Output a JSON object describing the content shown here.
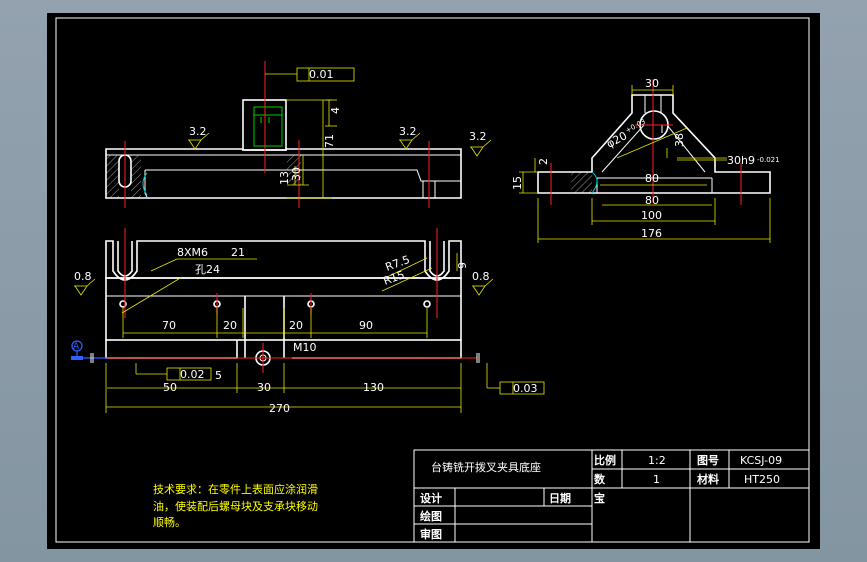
{
  "front_view": {
    "dims": {
      "flatness": "0.01",
      "d4": "4",
      "d71": "71",
      "d30": "30",
      "d13": "13"
    },
    "roughness": [
      "3.2",
      "3.2",
      "3.2"
    ]
  },
  "top_view": {
    "dims": {
      "holes_a": "8XM6",
      "holes_b": "21",
      "hole_c": "孔24",
      "r75": "R7.5",
      "r15": "R15",
      "d9": "9",
      "r08a": "0.8",
      "r08b": "0.8",
      "d70": "70",
      "d20a": "20",
      "d20b": "20",
      "d90": "90",
      "m10": "M10",
      "datum": "A",
      "sym": "0.02",
      "d5": "5",
      "d50": "50",
      "d30": "30",
      "d130": "130",
      "d270": "270",
      "par": "0.03"
    }
  },
  "side_view": {
    "dims": {
      "d30": "30",
      "phi20": "φ20",
      "phi20_tol": "+0.03",
      "d38": "38",
      "d2": "2",
      "d15": "15",
      "d80a": "80",
      "d80b": "80",
      "d100": "100",
      "d176": "176",
      "fit": "30h9",
      "fit_tol": "-0.021"
    }
  },
  "tech_notes": {
    "line1": "技术要求：在零件上表面应涂润滑",
    "line2": "油，使装配后螺母块及支承块移动",
    "line3": "顺畅。"
  },
  "title_block": {
    "part_name": "台铸铣开拨叉夹具底座",
    "scale_label": "比例",
    "scale_value": "1:2",
    "drawing_no_label": "图号",
    "drawing_no_value": "KCSJ-09",
    "qty_label": "数",
    "qty_value": "1",
    "material_label": "材料",
    "material_value": "HT250",
    "designer_label": "设计",
    "date_label": "日期",
    "drafter_label": "绘图",
    "reviewer_label": "审图",
    "company_label": "宝"
  }
}
